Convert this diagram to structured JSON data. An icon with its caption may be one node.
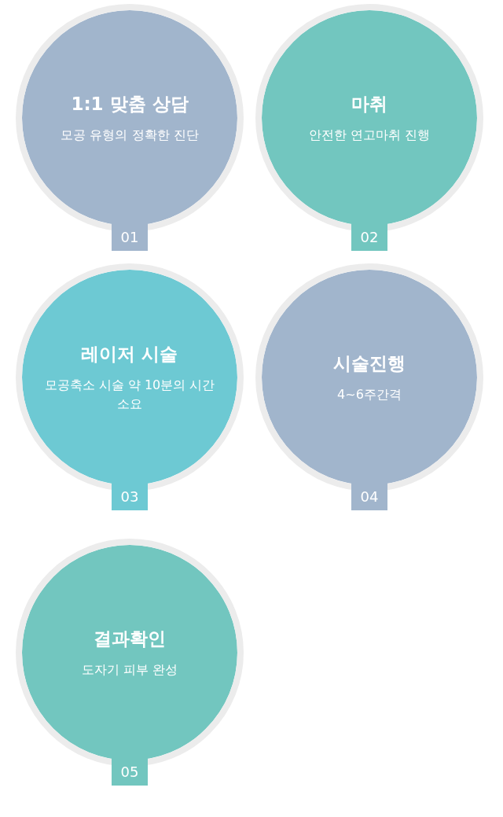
{
  "diagram": {
    "nodes": [
      {
        "text": [
          "1:1 맞춤 상담",
          "모공 유형의 정확한 진단"
        ]
      },
      {
        "text": [
          "01"
        ]
      },
      {
        "text": [
          "마취",
          "안전한 연고마취 진행"
        ]
      },
      {
        "text": [
          "02"
        ]
      },
      {
        "text": [
          "레이저 시술",
          "모공축소 시술 약 10분의 시간 소요"
        ]
      },
      {
        "text": [
          "03"
        ]
      },
      {
        "text": [
          "시술진행",
          "4~6주간격"
        ]
      },
      {
        "text": [
          "04"
        ]
      },
      {
        "text": [
          "결과확인",
          "도자기 피부 완성"
        ]
      },
      {
        "text": [
          "05"
        ]
      }
    ],
    "edges": []
  }
}
